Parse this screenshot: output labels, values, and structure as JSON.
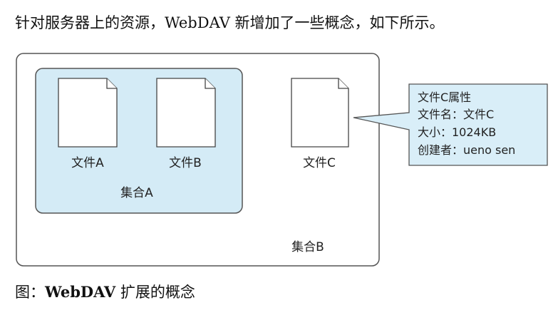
{
  "intro_text": "针对服务器上的资源，WebDAV 新增加了一些概念，如下所示。",
  "diagram": {
    "collection_a": {
      "label": "集合A",
      "files": [
        {
          "label": "文件A"
        },
        {
          "label": "文件B"
        }
      ]
    },
    "collection_b": {
      "label": "集合B",
      "file_c": {
        "label": "文件C"
      }
    },
    "callout": {
      "lines": [
        "文件C属性",
        "文件名：文件C",
        "大小：1024KB",
        "创建者：ueno sen"
      ]
    },
    "colors": {
      "collection_a_fill": "#d4ebf6",
      "callout_fill": "#d9eef8",
      "border": "#555555"
    }
  },
  "caption": {
    "prefix": "图：",
    "bold": "WebDAV",
    "rest": " 扩展的概念"
  }
}
